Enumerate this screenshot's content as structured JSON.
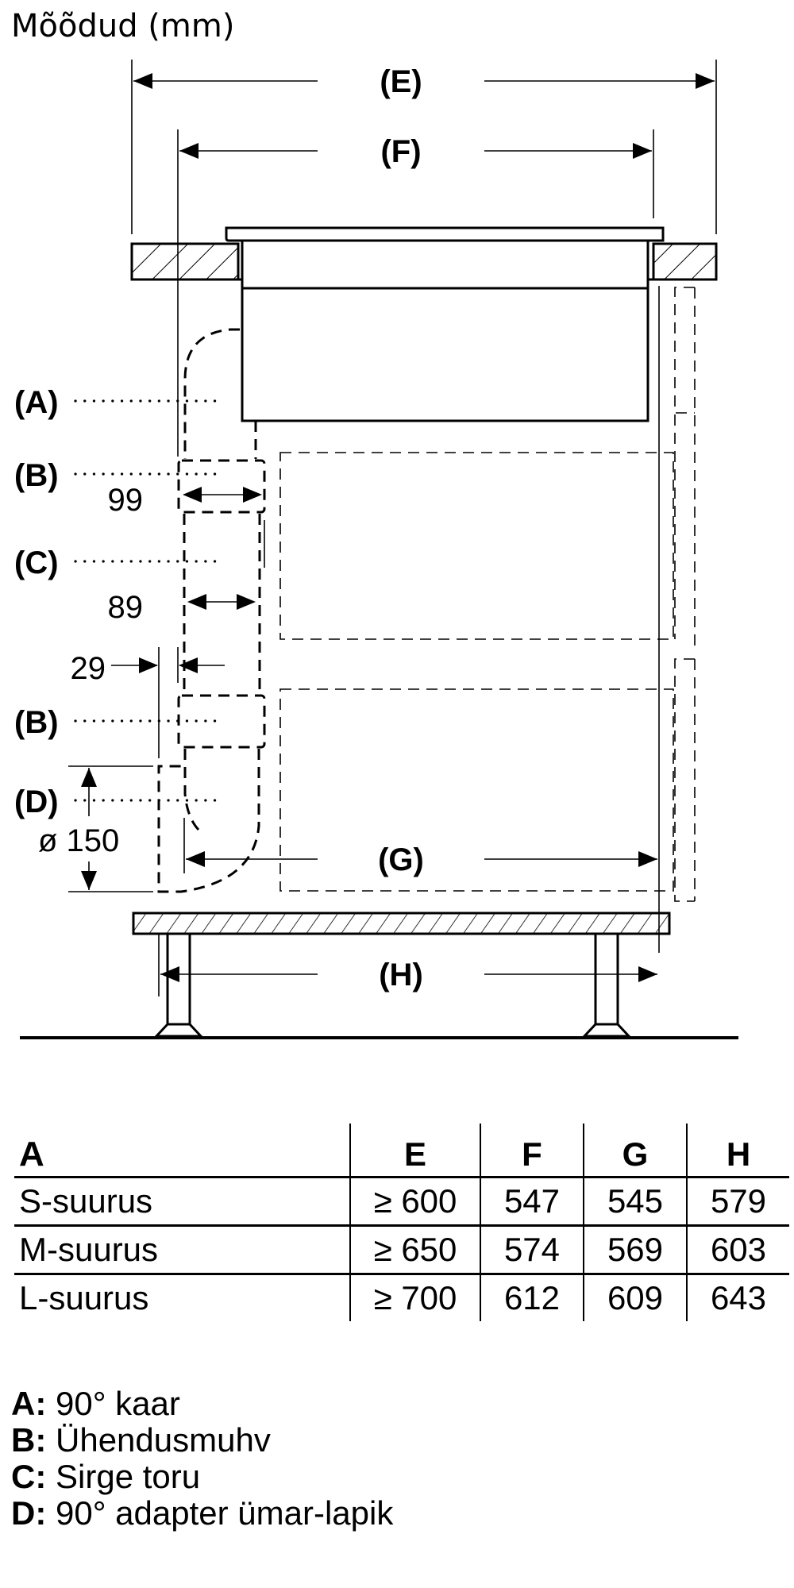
{
  "title": "Mõõdud (mm)",
  "diagram": {
    "dimension_labels": {
      "E": "(E)",
      "F": "(F)",
      "G": "(G)",
      "H": "(H)"
    },
    "part_callouts": {
      "A": "(A)",
      "B1": "(B)",
      "C": "(C)",
      "B2": "(B)",
      "D": "(D)"
    },
    "measurements": {
      "collar_width": "99",
      "pipe_width": "89",
      "offset": "29",
      "diameter": "ø 150"
    }
  },
  "table": {
    "headers": [
      "A",
      "E",
      "F",
      "G",
      "H"
    ],
    "rows": [
      {
        "size": "S-suurus",
        "E": "≥ 600",
        "F": "547",
        "G": "545",
        "H": "579"
      },
      {
        "size": "M-suurus",
        "E": "≥ 650",
        "F": "574",
        "G": "569",
        "H": "603"
      },
      {
        "size": "L-suurus",
        "E": "≥ 700",
        "F": "612",
        "G": "609",
        "H": "643"
      }
    ]
  },
  "legend": [
    {
      "key": "A:",
      "text": "90° kaar"
    },
    {
      "key": "B:",
      "text": "Ühendusmuhv"
    },
    {
      "key": "C:",
      "text": "Sirge toru"
    },
    {
      "key": "D:",
      "text": "90° adapter ümar-lapik"
    }
  ]
}
